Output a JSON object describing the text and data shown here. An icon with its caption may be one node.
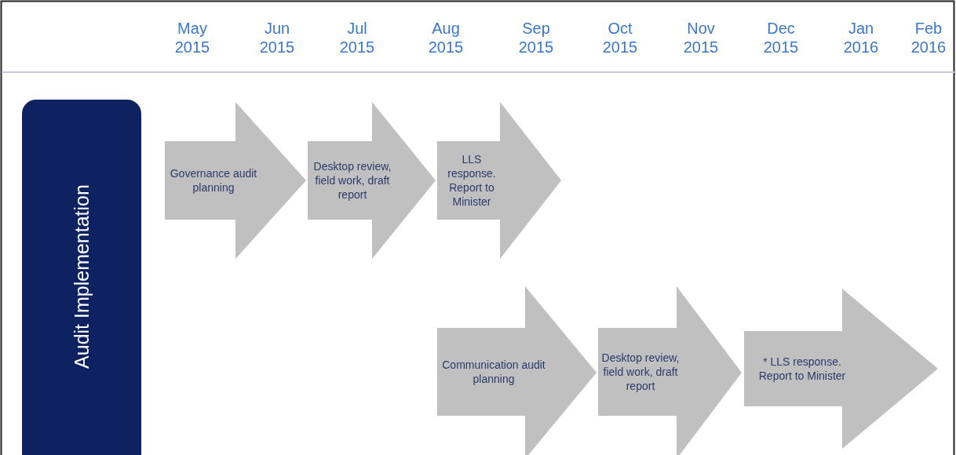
{
  "diagram": {
    "nodes": [
      {
        "text": [
          "Audit Implementation"
        ]
      },
      {
        "text": [
          "Governance audit planning"
        ]
      },
      {
        "text": [
          "Desktop review, field work, draft report"
        ]
      },
      {
        "text": [
          "LLS response. Report to Minister"
        ]
      },
      {
        "text": [
          "Communication audit planning"
        ]
      },
      {
        "text": [
          "Desktop review, field work, draft report"
        ]
      },
      {
        "text": [
          "* LLS response. Report to Minister"
        ]
      }
    ],
    "labels": [
      "May 2015",
      "Jun 2015",
      "Jul 2015",
      "Aug 2015",
      "Sep 2015",
      "Oct 2015",
      "Nov 2015",
      "Dec 2015",
      "Jan 2016",
      "Feb 2016"
    ]
  }
}
